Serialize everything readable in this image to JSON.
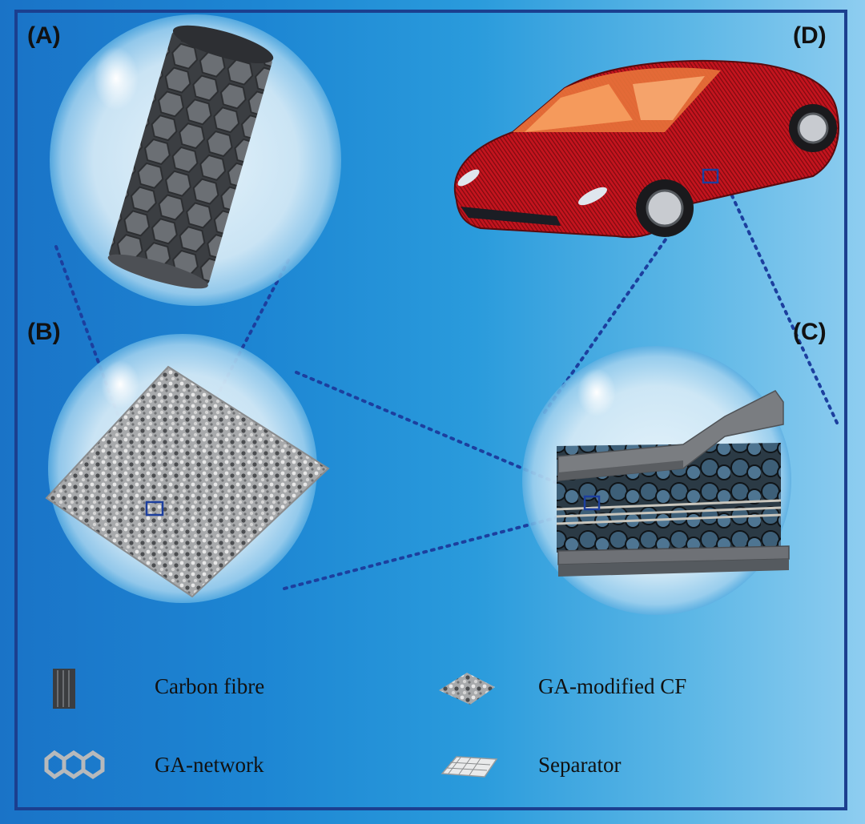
{
  "panels": {
    "a_label": "(A)",
    "b_label": "(B)",
    "c_label": "(C)",
    "d_label": "(D)"
  },
  "legend": {
    "carbon_fibre": "Carbon fibre",
    "ga_modified_cf": "GA-modified CF",
    "ga_network": "GA-network",
    "separator": "Separator"
  },
  "colors": {
    "background_left": "#1a73c7",
    "background_right": "#8ecdf0",
    "border": "#1b3f8f",
    "car_body": "#b5121b",
    "dotted_line": "#1c3f9e",
    "fibre_grey": "#555a60"
  },
  "icons": [
    "carbon-fibre-icon",
    "ga-network-icon",
    "ga-modified-cf-icon",
    "separator-icon",
    "car-icon"
  ]
}
